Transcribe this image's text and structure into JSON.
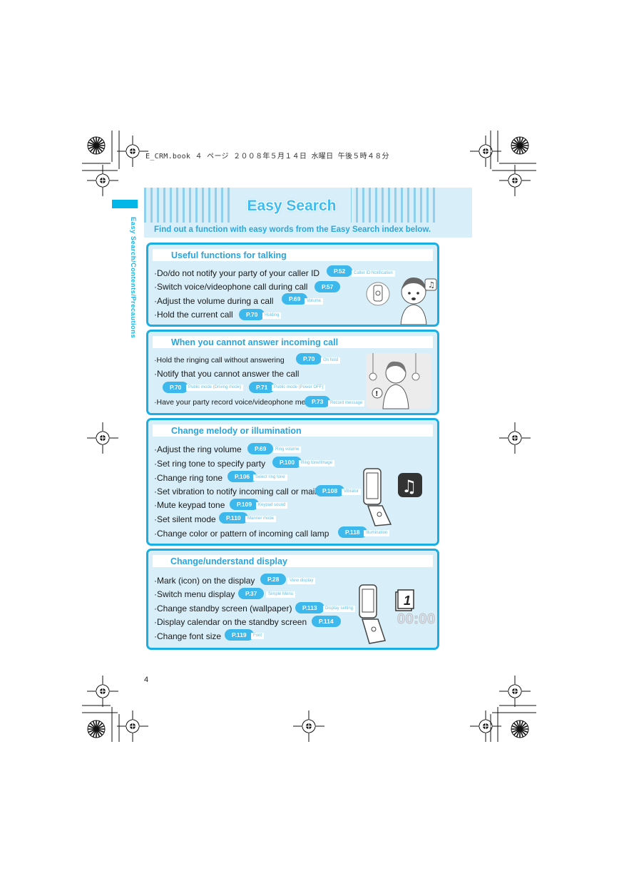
{
  "print_header": "E_CRM.book  ４ ページ  ２００８年５月１４日  水曜日  午後５時４８分",
  "side_label": "Easy Search/Contents/Precautions",
  "page": {
    "title": "Easy Search",
    "subtitle": "Find out a function with easy words from the Easy Search index below.",
    "number": "4"
  },
  "sections": [
    {
      "title": "Useful functions for talking",
      "items": [
        {
          "text": "·Do/do not notify your party of your caller ID",
          "page": "P.52",
          "note": "Caller ID Notification"
        },
        {
          "text": "·Switch voice/videophone call during call",
          "page": "P.57",
          "note": ""
        },
        {
          "text": "·Adjust the volume during a call",
          "page": "P.69",
          "note": "Volume"
        },
        {
          "text": "·Hold the current call",
          "page": "P.70",
          "note": "Holding"
        }
      ]
    },
    {
      "title": "When you cannot answer incoming call",
      "items": [
        {
          "text": "·Hold the ringing call without answering",
          "page": "P.70",
          "note": "On hold"
        },
        {
          "text": "·Notify that you cannot answer the call",
          "page": "",
          "note": ""
        },
        {
          "text": "",
          "page": "P.70",
          "note": "Public mode (Driving mode)",
          "page2": "P.71",
          "note2": "Public mode (Power OFF)"
        },
        {
          "text": "·Have your party record voice/videophone message",
          "page": "P.73",
          "note": "Record message"
        }
      ]
    },
    {
      "title": "Change melody or illumination",
      "items": [
        {
          "text": "·Adjust the ring volume",
          "page": "P.69",
          "note": "Ring volume"
        },
        {
          "text": "·Set ring tone to specify party",
          "page": "P.100",
          "note": "Ring tone/Image"
        },
        {
          "text": "·Change ring tone",
          "page": "P.106",
          "note": "Select ring tone"
        },
        {
          "text": "·Set vibration to notify incoming call or mail",
          "page": "P.108",
          "note": "Vibrator"
        },
        {
          "text": "·Mute keypad tone",
          "page": "P.109",
          "note": "Keypad sound"
        },
        {
          "text": "·Set silent mode",
          "page": "P.110",
          "note": "Manner mode"
        },
        {
          "text": "·Change color or pattern of incoming call lamp",
          "page": "P.118",
          "note": "Illumination"
        }
      ]
    },
    {
      "title": "Change/understand display",
      "items": [
        {
          "text": "·Mark (icon) on the display",
          "page": "P.28",
          "note": "View display"
        },
        {
          "text": "·Switch menu display",
          "page": "P.37",
          "note": "Simple Menu"
        },
        {
          "text": "·Change standby screen (wallpaper)",
          "page": "P.113",
          "note": "Display setting"
        },
        {
          "text": "·Display calendar on the standby screen",
          "page": "P.114",
          "note": ""
        },
        {
          "text": "·Change font size",
          "page": "P.119",
          "note": "Font"
        }
      ]
    }
  ],
  "illustrations": {
    "calendar_day": "1",
    "clock_time": "00:00"
  },
  "colors": {
    "accent": "#1aaee2",
    "panel": "#d8eef8",
    "pill": "#3cb8ec",
    "title": "#3fbbee"
  },
  "icons": [
    "registration-mark-icon",
    "starburst-target-icon",
    "person-illustration",
    "music-note-icon",
    "flip-phone-illustration",
    "calendar-icon"
  ]
}
